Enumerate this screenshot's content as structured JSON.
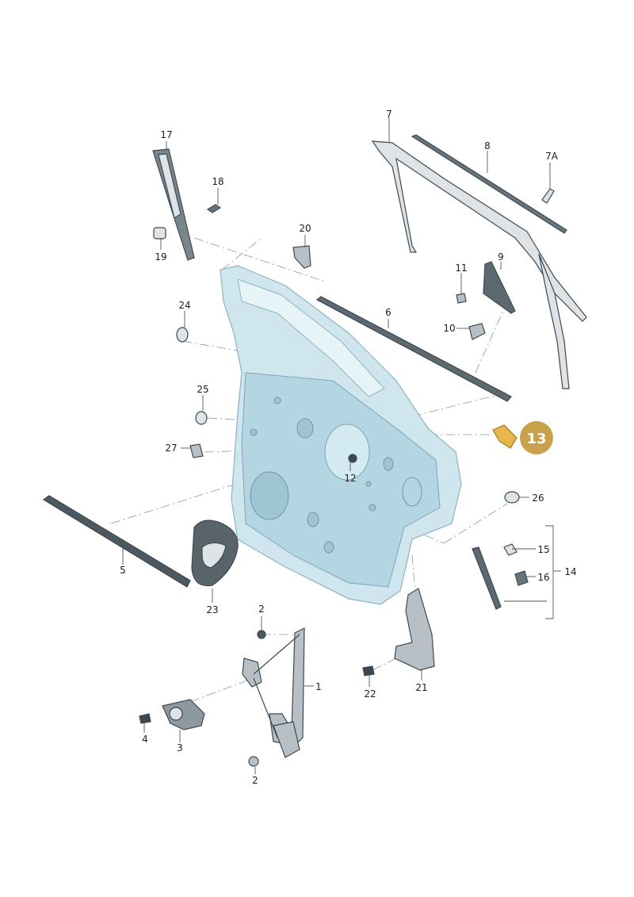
{
  "diagram": {
    "labels": {
      "p1": "1",
      "p2a": "2",
      "p2b": "2",
      "p3": "3",
      "p4": "4",
      "p5": "5",
      "p6": "6",
      "p7": "7",
      "p7a": "7A",
      "p8": "8",
      "p9": "9",
      "p10": "10",
      "p11": "11",
      "p12": "12",
      "p13": "13",
      "p14": "14",
      "p15": "15",
      "p16": "16",
      "p17": "17",
      "p18": "18",
      "p19": "19",
      "p20": "20",
      "p21": "21",
      "p22": "22",
      "p23": "23",
      "p24": "24",
      "p25": "25",
      "p26": "26",
      "p27": "27"
    },
    "colors": {
      "door_panel": "#cfe6ee",
      "door_inner": "#b4d6e2",
      "part_fill": "#dfe3e6",
      "dark_part": "#6a747b",
      "highlight": "#c9a14a",
      "highlight_part": "#e8b64a"
    }
  }
}
